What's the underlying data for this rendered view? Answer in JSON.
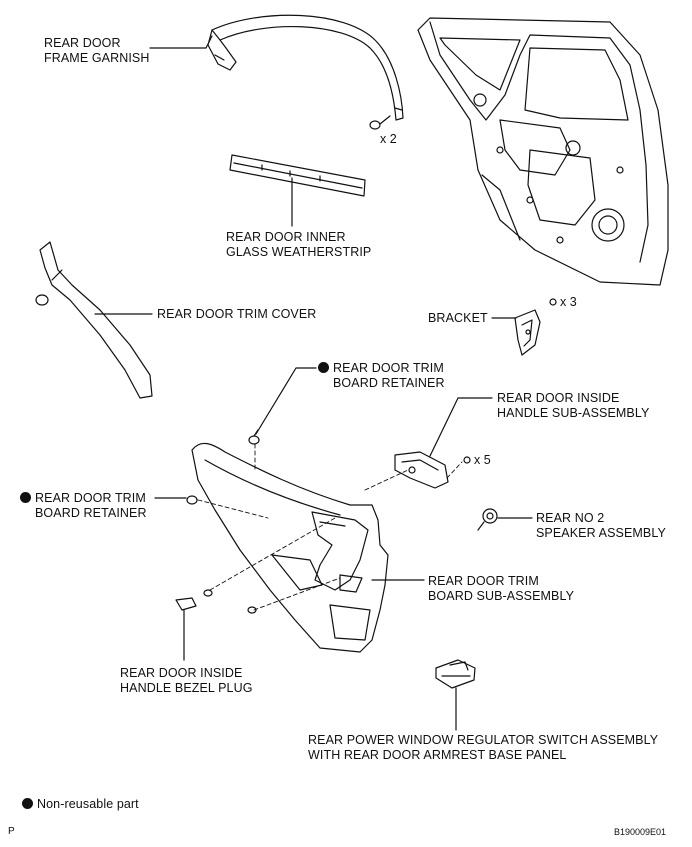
{
  "labels": {
    "frame_garnish": [
      "REAR DOOR",
      "FRAME GARNISH"
    ],
    "weatherstrip": [
      "REAR DOOR INNER",
      "GLASS WEATHERSTRIP"
    ],
    "trim_cover": "REAR DOOR TRIM COVER",
    "bracket": "BRACKET",
    "retainer_top": [
      "REAR DOOR TRIM",
      "BOARD RETAINER"
    ],
    "retainer_left": [
      "REAR DOOR TRIM",
      "BOARD RETAINER"
    ],
    "inside_handle": [
      "REAR DOOR INSIDE",
      "HANDLE SUB-ASSEMBLY"
    ],
    "speaker": [
      "REAR NO  2",
      "SPEAKER ASSEMBLY"
    ],
    "trim_board": [
      "REAR DOOR TRIM",
      "BOARD SUB-ASSEMBLY"
    ],
    "bezel_plug": [
      "REAR DOOR INSIDE",
      "HANDLE BEZEL PLUG"
    ],
    "window_switch": [
      "REAR POWER WINDOW REGULATOR SWITCH ASSEMBLY",
      "WITH REAR DOOR ARMREST BASE PANEL"
    ]
  },
  "quantities": {
    "garnish_clips": "x 2",
    "bracket_screws": "x 3",
    "handle_screws": "x 5"
  },
  "legend": "Non-reusable part",
  "corner_left": "P",
  "corner_right": "B190009E01"
}
